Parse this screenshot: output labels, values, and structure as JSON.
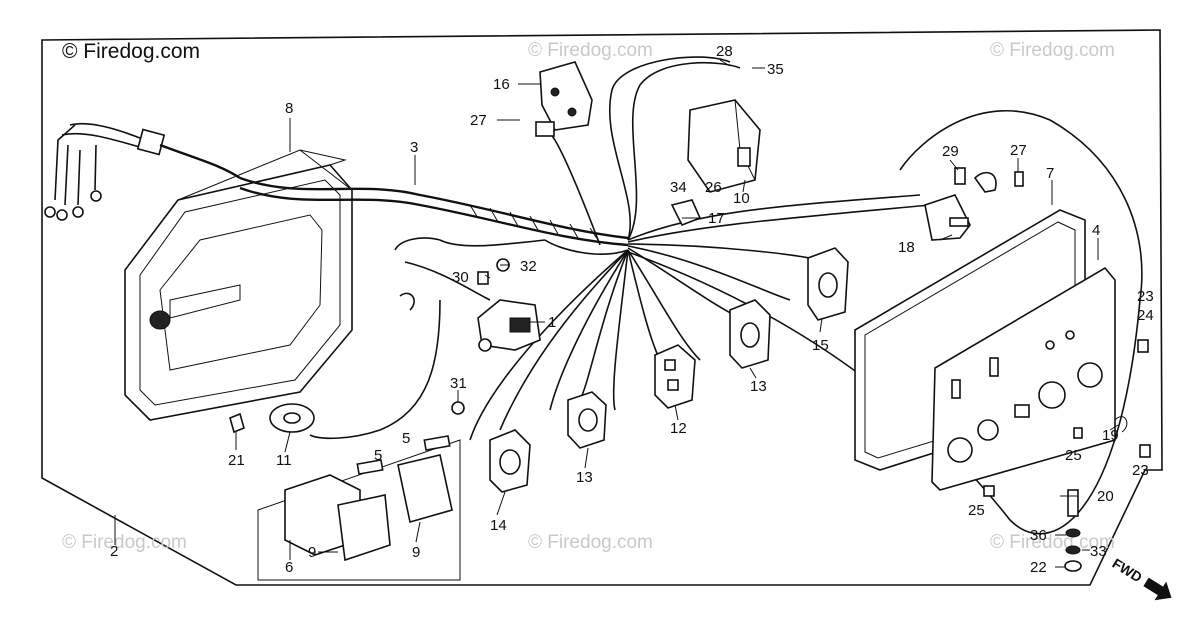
{
  "watermarks": {
    "main": "© Firedog.com",
    "tiled": [
      "© Firedog.com",
      "© Firedog.com",
      "© Firedog.com",
      "© Firedog.com",
      "© Firedog.com"
    ]
  },
  "direction_label": "FWD",
  "callouts": {
    "c1": "1",
    "c2": "2",
    "c3": "3",
    "c4": "4",
    "c5a": "5",
    "c5b": "5",
    "c6": "6",
    "c7": "7",
    "c8": "8",
    "c9a": "9",
    "c9b": "9",
    "c10": "10",
    "c11": "11",
    "c12": "12",
    "c13a": "13",
    "c13b": "13",
    "c14": "14",
    "c15": "15",
    "c16": "16",
    "c17": "17",
    "c18": "18",
    "c19": "19",
    "c20": "20",
    "c21": "21",
    "c22": "22",
    "c23a": "23",
    "c23b": "23",
    "c24": "24",
    "c25a": "25",
    "c25b": "25",
    "c26": "26",
    "c27a": "27",
    "c27b": "27",
    "c28": "28",
    "c29": "29",
    "c30": "30",
    "c31": "31",
    "c32": "32",
    "c33": "33",
    "c34": "34",
    "c35": "35",
    "c36": "36"
  }
}
